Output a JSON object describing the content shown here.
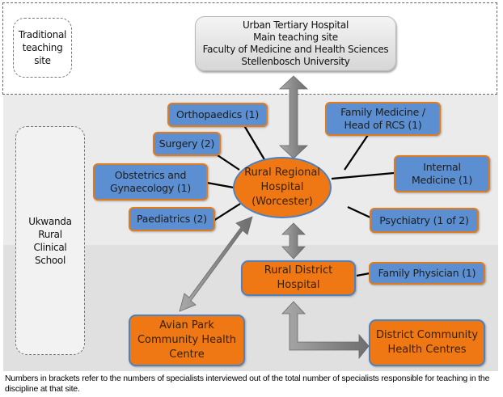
{
  "regions": {
    "traditional": "Traditional\nteaching\nsite",
    "rural": "Ukwanda\nRural\nClinical\nSchool"
  },
  "main_site": {
    "lines": [
      "Urban Tertiary Hospital",
      "Main teaching site",
      "Faculty of Medicine and Health Sciences",
      "Stellenbosch University"
    ]
  },
  "regional_hospital": "Rural Regional\nHospital\n(Worcester)",
  "regional_specialties": {
    "orthopaedics": "Orthopaedics (1)",
    "surgery": "Surgery (2)",
    "obgyn": "Obstetrics and\nGynaecology (1)",
    "paediatrics": "Paediatrics (2)",
    "family_medicine": "Family Medicine /\nHead of RCS (1)",
    "internal_medicine": "Internal\nMedicine (1)",
    "psychiatry": "Psychiatry (1 of 2)"
  },
  "district_hospital": "Rural District\nHospital",
  "district_specialties": {
    "family_physician": "Family Physician (1)"
  },
  "avian_park": "Avian Park\nCommunity Health\nCentre",
  "district_chcs": "District Community\nHealth Centres",
  "footnote": "Numbers in brackets refer to the numbers of specialists interviewed out of the total number of specialists responsible for teaching in the discipline at that site.",
  "colors": {
    "specialty_fill": "#5b8fd1",
    "specialty_border": "#e07b1e",
    "site_fill": "#f07814",
    "site_border": "#4f81bd",
    "arrow": "#8a8a8a"
  }
}
